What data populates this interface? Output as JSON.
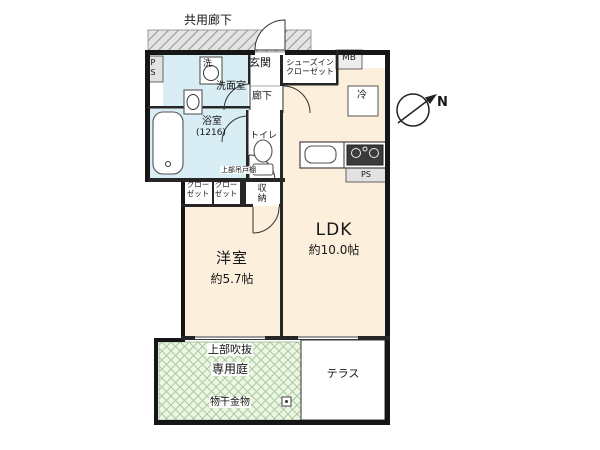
{
  "labels": {
    "shared_corridor": "共用廊下",
    "ps_top": "PS",
    "washer": "洗",
    "washroom": "洗面室",
    "entrance": "玄関",
    "shoe_closet_l1": "シューズイン",
    "shoe_closet_l2": "クローゼット",
    "mb": "MB",
    "hallway": "廊下",
    "fridge": "冷",
    "bath": "浴室",
    "bath_size": "(1216)",
    "toilet": "トイレ",
    "upper_cabinet": "上部吊戸棚",
    "closet_l1": "クロー",
    "closet_l2": "ゼット",
    "storage": "収納",
    "ps_kitchen": "PS",
    "ldk": "LDK",
    "ldk_size": "約10.0帖",
    "bedroom": "洋室",
    "bedroom_size": "約5.7帖",
    "void_above": "上部吹抜",
    "garden": "専用庭",
    "laundry": "物干金物",
    "terrace": "テラス",
    "north": "N"
  },
  "colors": {
    "room": "#fcefdc",
    "wet": "#d9edf4",
    "garden_bg": "#eef5e5",
    "garden_line": "#a6cba1",
    "corridor_bg": "#e4e4e4",
    "corridor_line": "#9a9a9a",
    "wall": "#161616"
  }
}
